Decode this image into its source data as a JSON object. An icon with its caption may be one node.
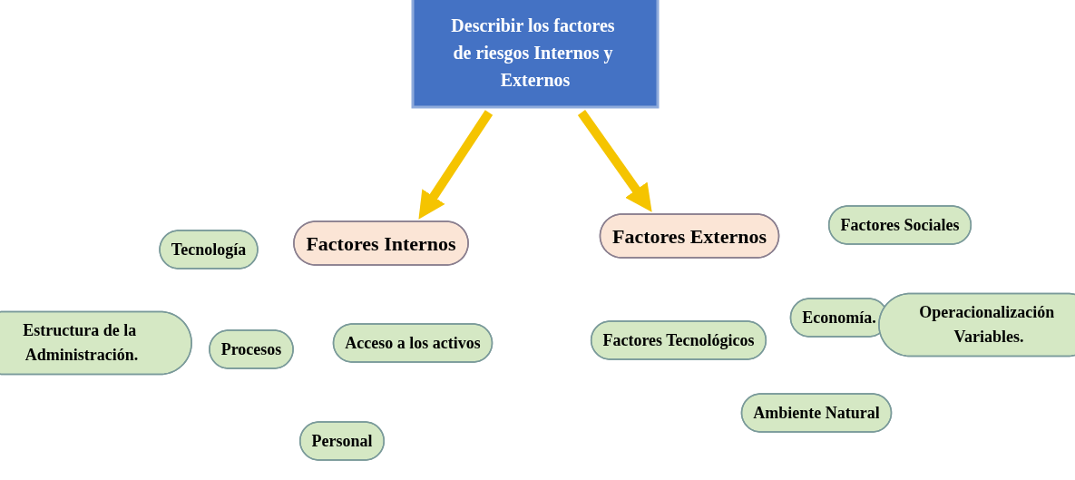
{
  "diagram": {
    "nodes": [
      {
        "text": [
          "Describir los factores de riesgos Internos y Externos"
        ]
      },
      {
        "text": [
          "Factores Internos"
        ]
      },
      {
        "text": [
          "Factores Externos"
        ]
      },
      {
        "text": [
          "Tecnología"
        ]
      },
      {
        "text": [
          "Estructura de la Administración."
        ]
      },
      {
        "text": [
          "Procesos"
        ]
      },
      {
        "text": [
          "Acceso a los activos"
        ]
      },
      {
        "text": [
          "Personal"
        ]
      },
      {
        "text": [
          "Factores Sociales"
        ]
      },
      {
        "text": [
          "Factores Tecnológicos"
        ]
      },
      {
        "text": [
          "Economía."
        ]
      },
      {
        "text": [
          "Operacionalización Variables."
        ]
      },
      {
        "text": [
          "Ambiente Natural"
        ]
      }
    ],
    "edges": [
      {
        "from": 0,
        "to": 1,
        "arrow": "to"
      },
      {
        "from": 0,
        "to": 2,
        "arrow": "to"
      }
    ]
  }
}
